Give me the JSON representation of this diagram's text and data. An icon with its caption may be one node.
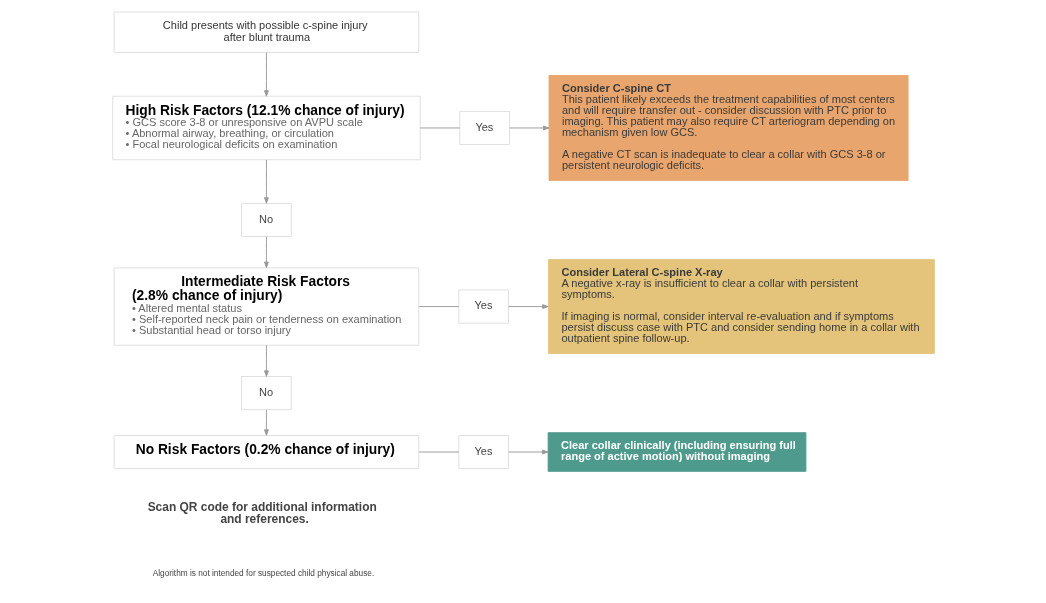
{
  "diagram": {
    "nodes": [
      {
        "text": [
          "Child presents with possible c-spine injury after blunt trauma"
        ]
      },
      {
        "text": [
          "High Risk Factors (12.1% chance of injury)",
          "• GCS score 3-8 or unresponsive on AVPU scale",
          "• Abnormal airway, breathing, or circulation",
          "• Focal neurological deficits on examination"
        ]
      },
      {
        "text": [
          "Yes"
        ]
      },
      {
        "text": [
          "Consider C-spine CT",
          "This patient likely exceeds the treatment capabilities of most centers and will require transfer out - consider discussion with PTC prior to imaging. This patient may also require CT arteriogram depending on mechanism given low GCS.",
          "A negative CT scan is inadequate to clear a collar with GCS 3-8 or persistent neurologic deficits."
        ]
      },
      {
        "text": [
          "No"
        ]
      },
      {
        "text": [
          "Intermediate Risk Factors (2.8% chance of injury)",
          "• Altered mental status",
          "• Self-reported neck pain or tenderness on examination",
          "• Substantial head or torso injury"
        ]
      },
      {
        "text": [
          "Yes"
        ]
      },
      {
        "text": [
          "Consider Lateral C-spine X-ray",
          "A negative x-ray is insufficient to clear a collar with persistent symptoms.",
          "If imaging is normal, consider interval re-evaluation and if symptoms persist discuss case with PTC and consider sending home in a collar with outpatient spine follow-up."
        ]
      },
      {
        "text": [
          "No"
        ]
      },
      {
        "text": [
          "No Risk Factors (0.2% chance of injury)"
        ]
      },
      {
        "text": [
          "Yes"
        ]
      },
      {
        "text": [
          "Clear collar clinically (including ensuring full range of active motion) without imaging"
        ]
      }
    ],
    "edges": [
      {
        "from": 0,
        "to": 1,
        "arrow": "to"
      },
      {
        "from": 1,
        "to": 2,
        "arrow": "none"
      },
      {
        "from": 2,
        "to": 3,
        "arrow": "to"
      },
      {
        "from": 1,
        "to": 4,
        "arrow": "to"
      },
      {
        "from": 4,
        "to": 5,
        "arrow": "to"
      },
      {
        "from": 5,
        "to": 6,
        "arrow": "none"
      },
      {
        "from": 6,
        "to": 7,
        "arrow": "to"
      },
      {
        "from": 5,
        "to": 8,
        "arrow": "to"
      },
      {
        "from": 8,
        "to": 9,
        "arrow": "to"
      },
      {
        "from": 9,
        "to": 10,
        "arrow": "none"
      },
      {
        "from": 10,
        "to": 11,
        "arrow": "to"
      }
    ],
    "labels": [
      "Scan QR code for additional information and references.",
      "Algorithm is not intended for suspected child physical abuse."
    ]
  }
}
